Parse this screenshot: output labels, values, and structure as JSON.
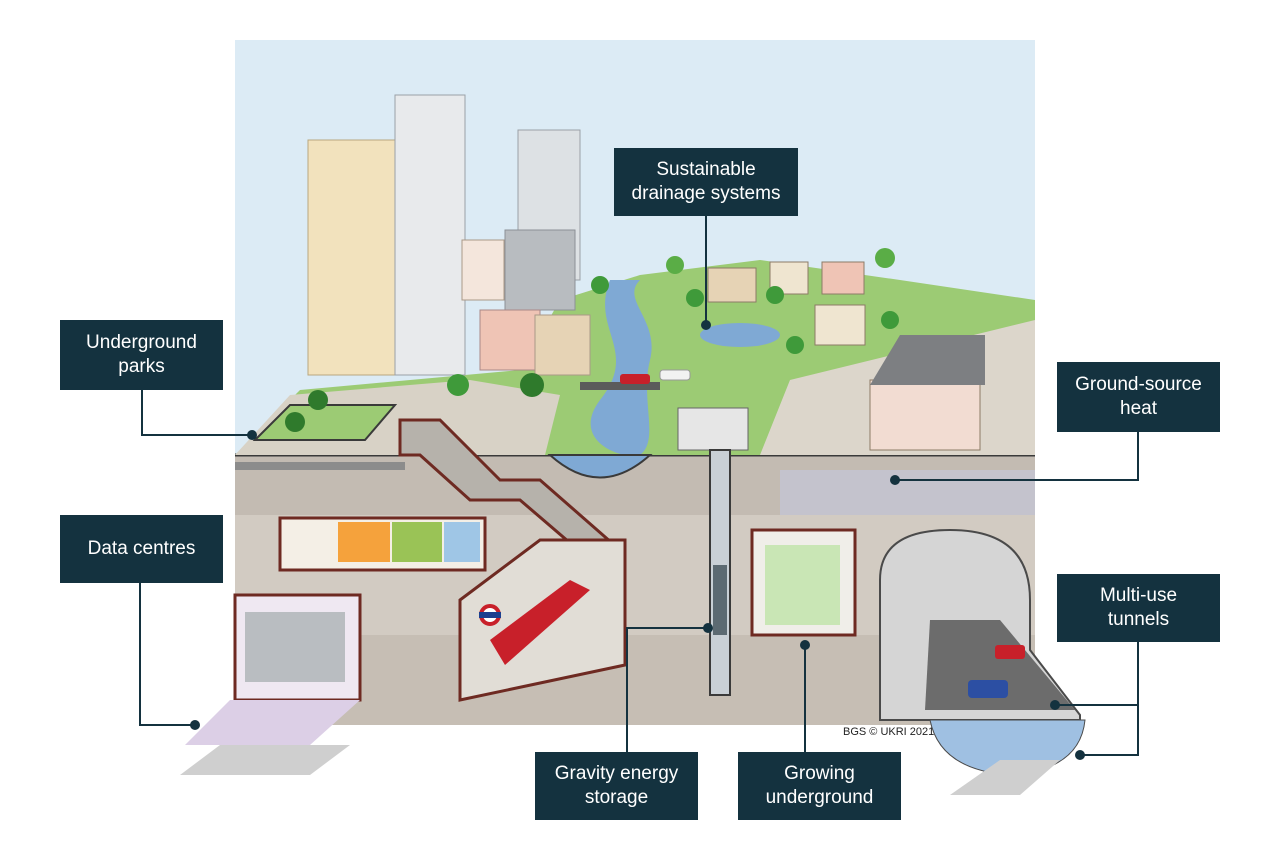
{
  "labels": {
    "underground_parks": [
      "Underground",
      "parks"
    ],
    "sustainable_drainage": [
      "Sustainable",
      "drainage systems"
    ],
    "ground_source_heat": [
      "Ground-source",
      "heat"
    ],
    "data_centres": [
      "Data centres"
    ],
    "multi_use_tunnels": [
      "Multi-use",
      "tunnels"
    ],
    "gravity_energy": [
      "Gravity energy",
      "storage"
    ],
    "growing_underground": [
      "Growing",
      "underground"
    ]
  },
  "credit": "BGS © UKRI 2021",
  "colors": {
    "label_bg": "#14323f",
    "sky": "#dcebf5",
    "ground_dark": "#a79f95",
    "ground_light": "#cfc8bf",
    "grass": "#8fc46a",
    "water": "#7fa9d4",
    "rail_red": "#c8202a"
  }
}
